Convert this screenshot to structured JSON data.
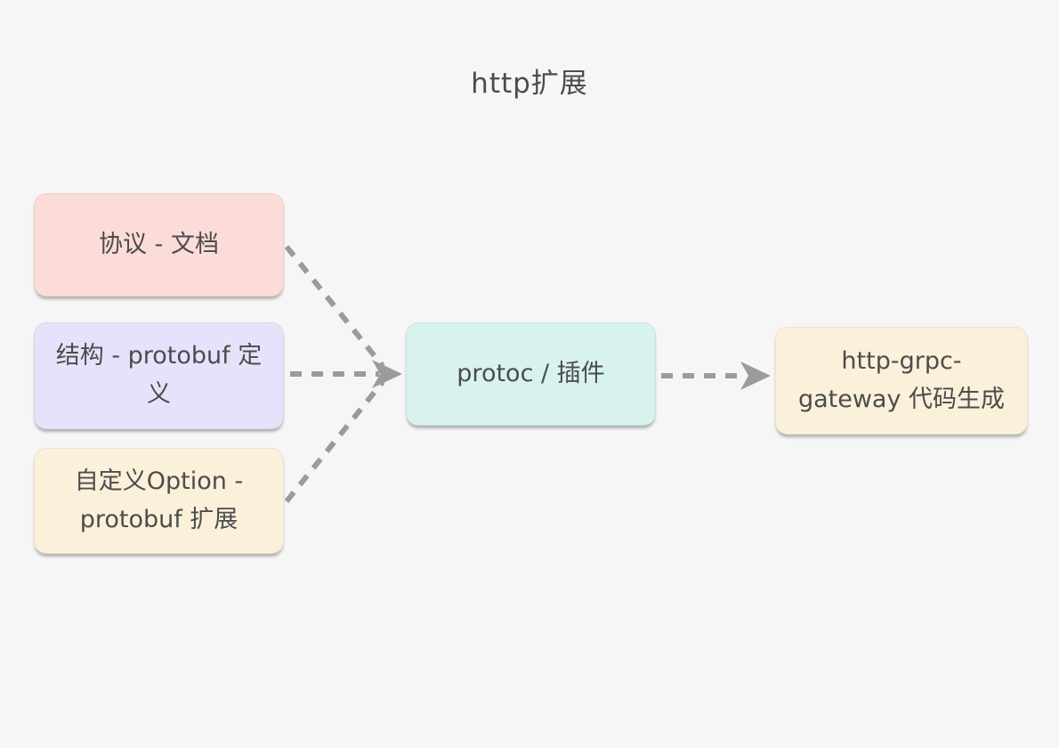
{
  "title": "http扩展",
  "colors": {
    "background": "#f7f6f6",
    "text": "#4c4c4c",
    "arrow": "#9b9b9b",
    "node_pink": "#fbdcd8",
    "node_purple": "#e8e1fb",
    "node_cream": "#fbf0da",
    "node_teal": "#d8f2ee"
  },
  "nodes": {
    "protocol_doc": {
      "label": "协议 - 文档",
      "fill": "#fbdcd8"
    },
    "structure_protobuf": {
      "label": "结构 - protobuf 定义",
      "fill": "#e8e1fb"
    },
    "custom_option": {
      "label": "自定义Option - protobuf 扩展",
      "fill": "#fbf0da"
    },
    "protoc_plugin": {
      "label": "protoc / 插件",
      "fill": "#d8f2ee"
    },
    "gateway_codegen": {
      "label": "http-grpc-gateway 代码生成",
      "fill": "#fbf0da"
    }
  },
  "edges": [
    {
      "from": "protocol_doc",
      "to": "protoc_plugin",
      "style": "dashed",
      "arrowhead": "end"
    },
    {
      "from": "structure_protobuf",
      "to": "protoc_plugin",
      "style": "dashed",
      "arrowhead": "end"
    },
    {
      "from": "custom_option",
      "to": "protoc_plugin",
      "style": "dashed",
      "arrowhead": "end"
    },
    {
      "from": "protoc_plugin",
      "to": "gateway_codegen",
      "style": "dashed",
      "arrowhead": "end"
    }
  ]
}
